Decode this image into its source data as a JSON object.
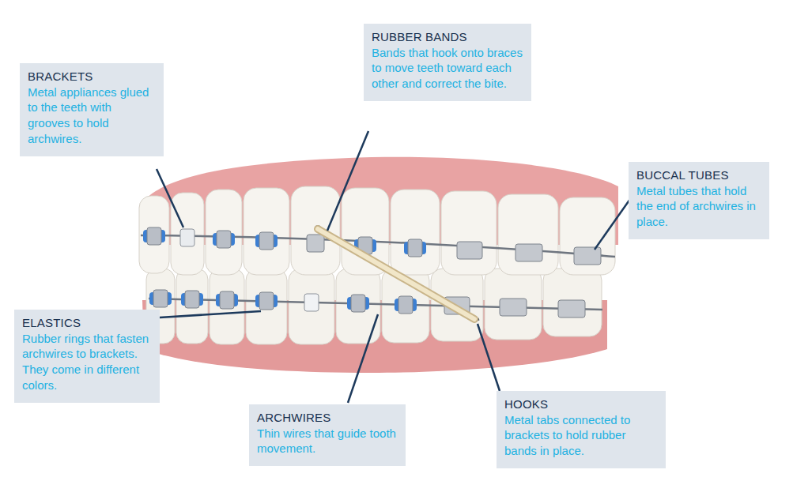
{
  "diagram": {
    "nodes": [
      {
        "text": [
          "BRACKETS",
          "Metal appliances glued to the teeth with grooves to hold archwires."
        ]
      },
      {
        "text": [
          "RUBBER BANDS",
          "Bands that hook onto braces to move teeth toward each other and correct the bite."
        ]
      },
      {
        "text": [
          "BUCCAL TUBES",
          "Metal tubes that hold the end of archwires in place."
        ]
      },
      {
        "text": [
          "ELASTICS",
          "Rubber rings that fasten archwires to brackets. They come in different colors."
        ]
      },
      {
        "text": [
          "ARCHWIRES",
          "Thin wires that guide tooth movement."
        ]
      },
      {
        "text": [
          "HOOKS",
          "Metal tabs connected to brackets to hold rubber bands in place."
        ]
      }
    ]
  }
}
